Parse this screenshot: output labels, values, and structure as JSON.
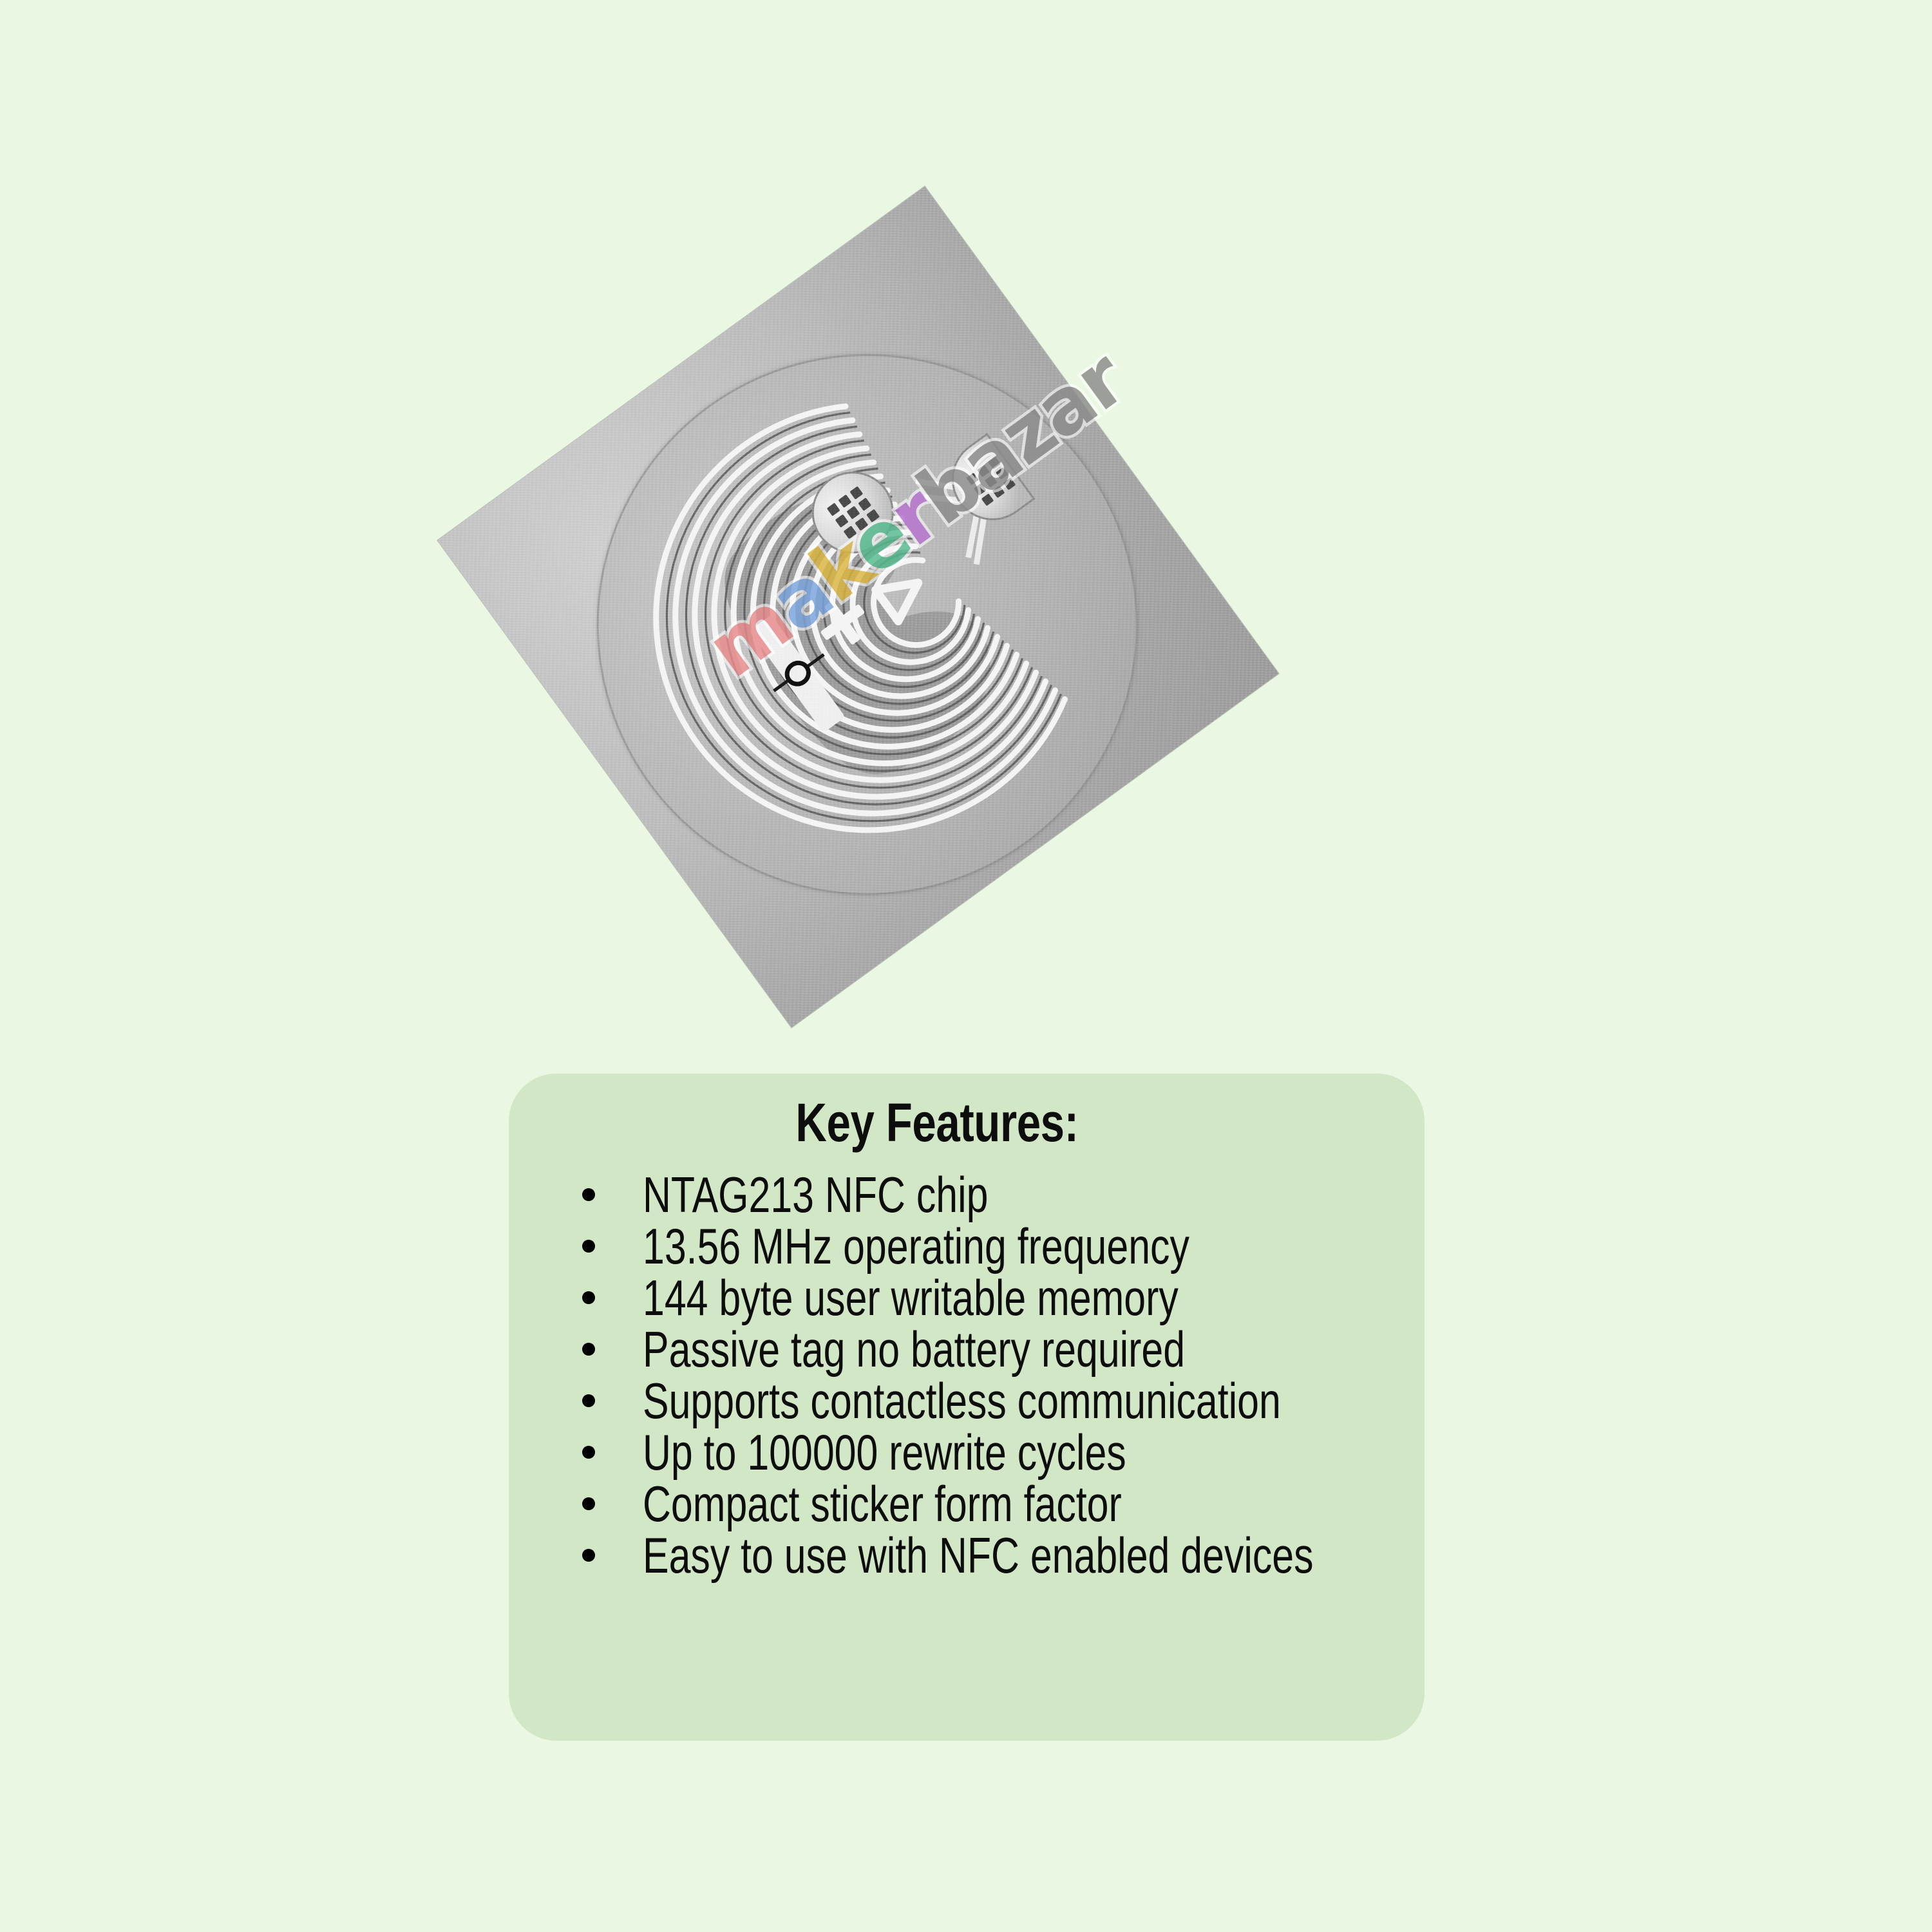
{
  "page": {
    "background_color": "#eaf7e3"
  },
  "product_photo": {
    "name": "nfc-sticker-tag-photo",
    "sticker": {
      "material_color": "#b4b4b4",
      "rotation_degrees": -36,
      "inlay_disc_label": "circular nfc inlay",
      "antenna_label": "spiral antenna coil",
      "coil_turns": 12,
      "chip_pads": [
        {
          "label": "top-chip-pad",
          "grid": "3x3"
        },
        {
          "label": "right-chip-pad",
          "grid": "3x3"
        }
      ],
      "center_markings": [
        "dot",
        "plus",
        "triangle-arrow"
      ]
    },
    "watermark": {
      "text": "makerbazar",
      "letters": [
        {
          "char": "m",
          "color": "#e98b8b"
        },
        {
          "char": "a",
          "color": "#7aa5dd"
        },
        {
          "char": "k",
          "color": "#ddb53f"
        },
        {
          "char": "e",
          "color": "#55bb8e"
        },
        {
          "char": "r",
          "color": "#b873d0"
        },
        {
          "char": "b",
          "color": "#8b8b8b"
        },
        {
          "char": "a",
          "color": "#8b8b8b"
        },
        {
          "char": "z",
          "color": "#8b8b8b"
        },
        {
          "char": "a",
          "color": "#8b8b8b"
        },
        {
          "char": "r",
          "color": "#8b8b8b"
        }
      ]
    }
  },
  "features_card": {
    "background_color": "#d2e7c5",
    "title": "Key Features:",
    "items": [
      "NTAG213 NFC chip",
      " 13.56 MHz operating frequency",
      " 144 byte user writable memory",
      " Passive tag no battery required",
      " Supports contactless communication",
      " Up to 100000 rewrite cycles",
      " Compact sticker form factor",
      " Easy to use with NFC enabled devices"
    ]
  }
}
